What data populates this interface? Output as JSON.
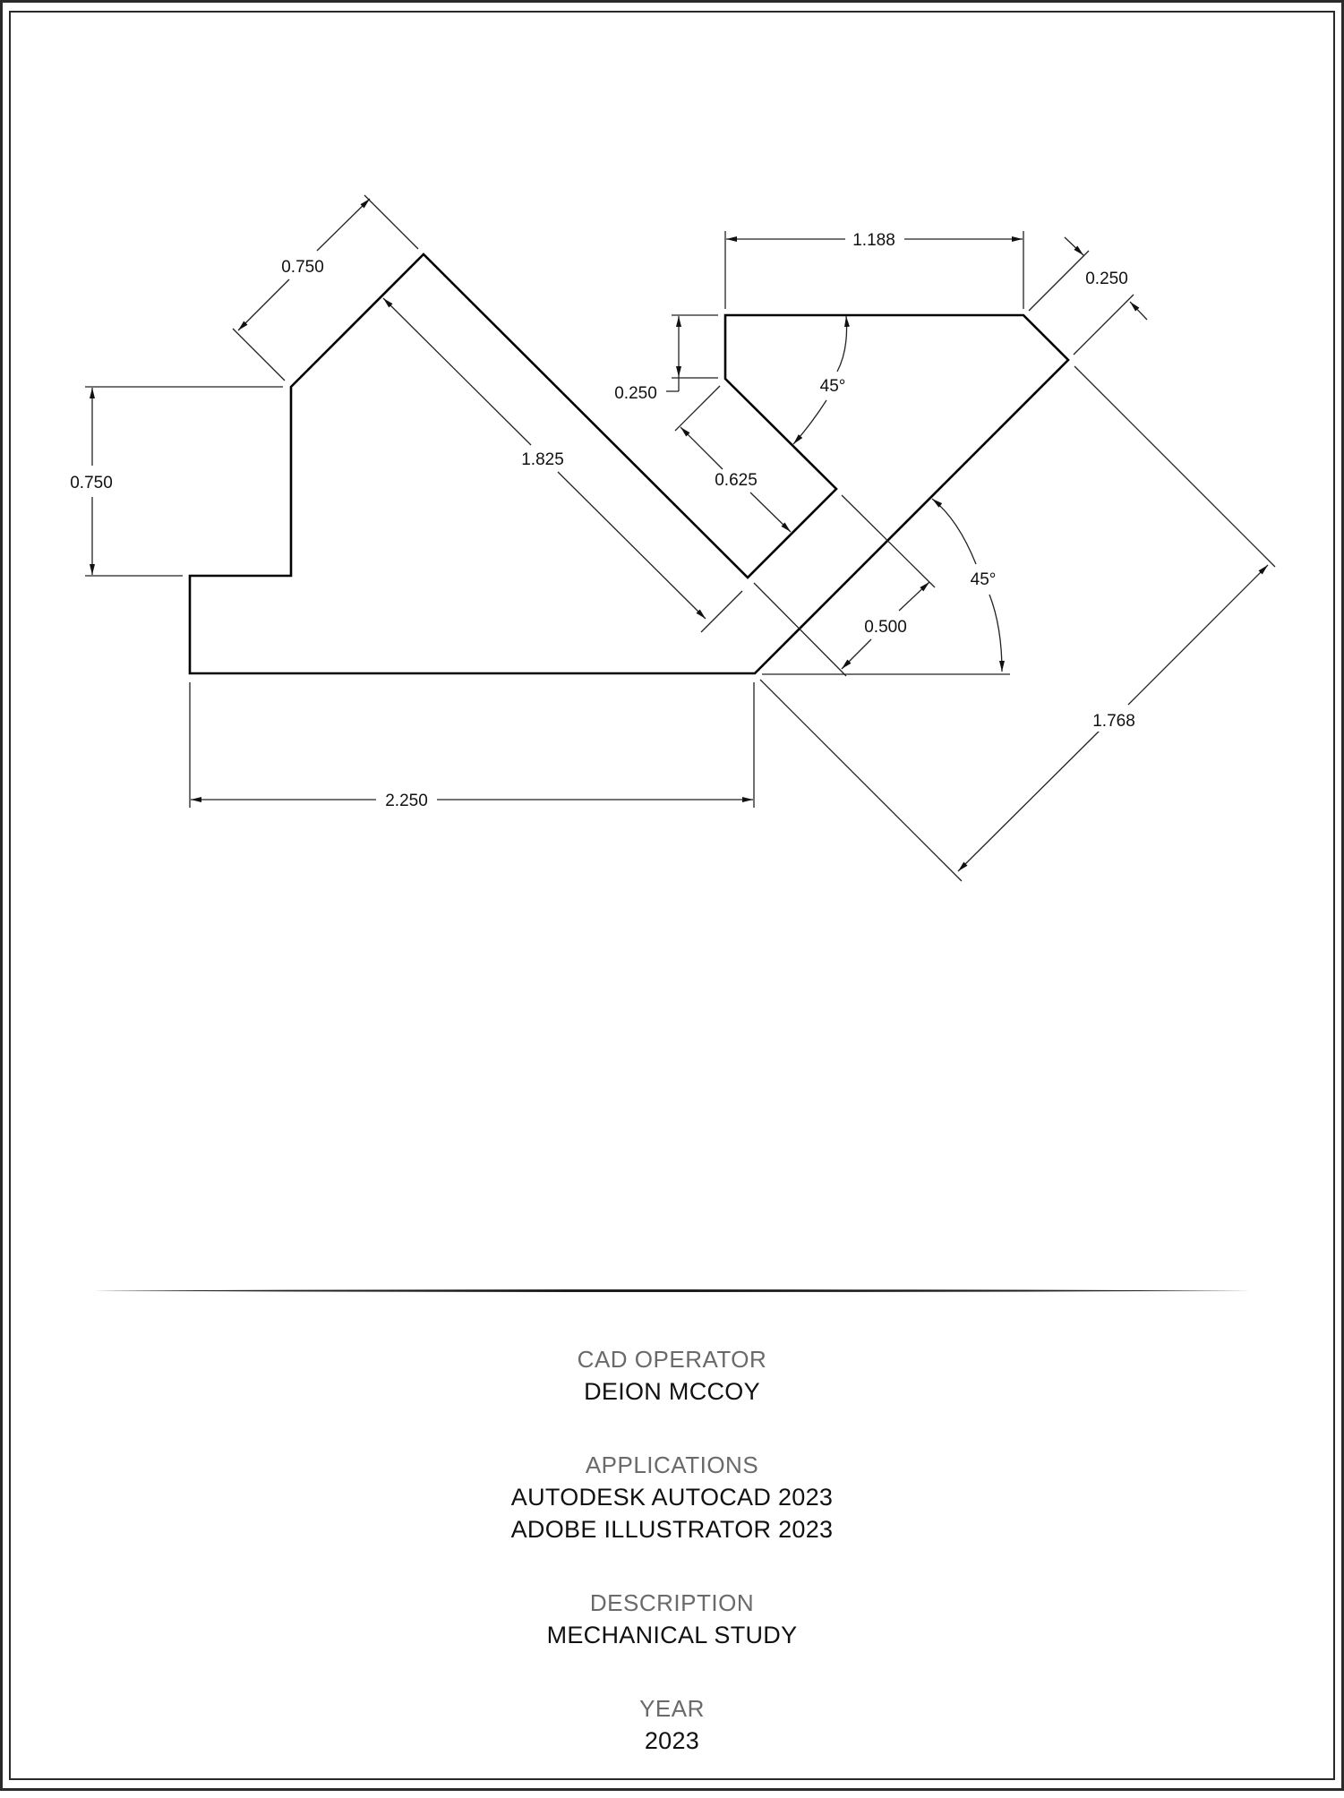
{
  "drawing": {
    "units": "in",
    "dimensions": {
      "top_left_slant_width": "0.750",
      "left_height": "0.750",
      "slant_length": "1.825",
      "top_width": "1.188",
      "chamfer_right": "0.250",
      "chamfer_left": "0.250",
      "inner_angle": "45°",
      "slot_width": "0.625",
      "arm_width": "0.500",
      "base_angle": "45°",
      "arm_length": "1.768",
      "base_width": "2.250"
    }
  },
  "title_block": {
    "groups": [
      {
        "label": "CAD OPERATOR",
        "values": [
          "DEION MCCOY"
        ]
      },
      {
        "label": "APPLICATIONS",
        "values": [
          "AUTODESK AUTOCAD 2023",
          "ADOBE ILLUSTRATOR 2023"
        ]
      },
      {
        "label": "DESCRIPTION",
        "values": [
          "MECHANICAL STUDY"
        ]
      },
      {
        "label": "YEAR",
        "values": [
          "2023"
        ]
      }
    ]
  }
}
